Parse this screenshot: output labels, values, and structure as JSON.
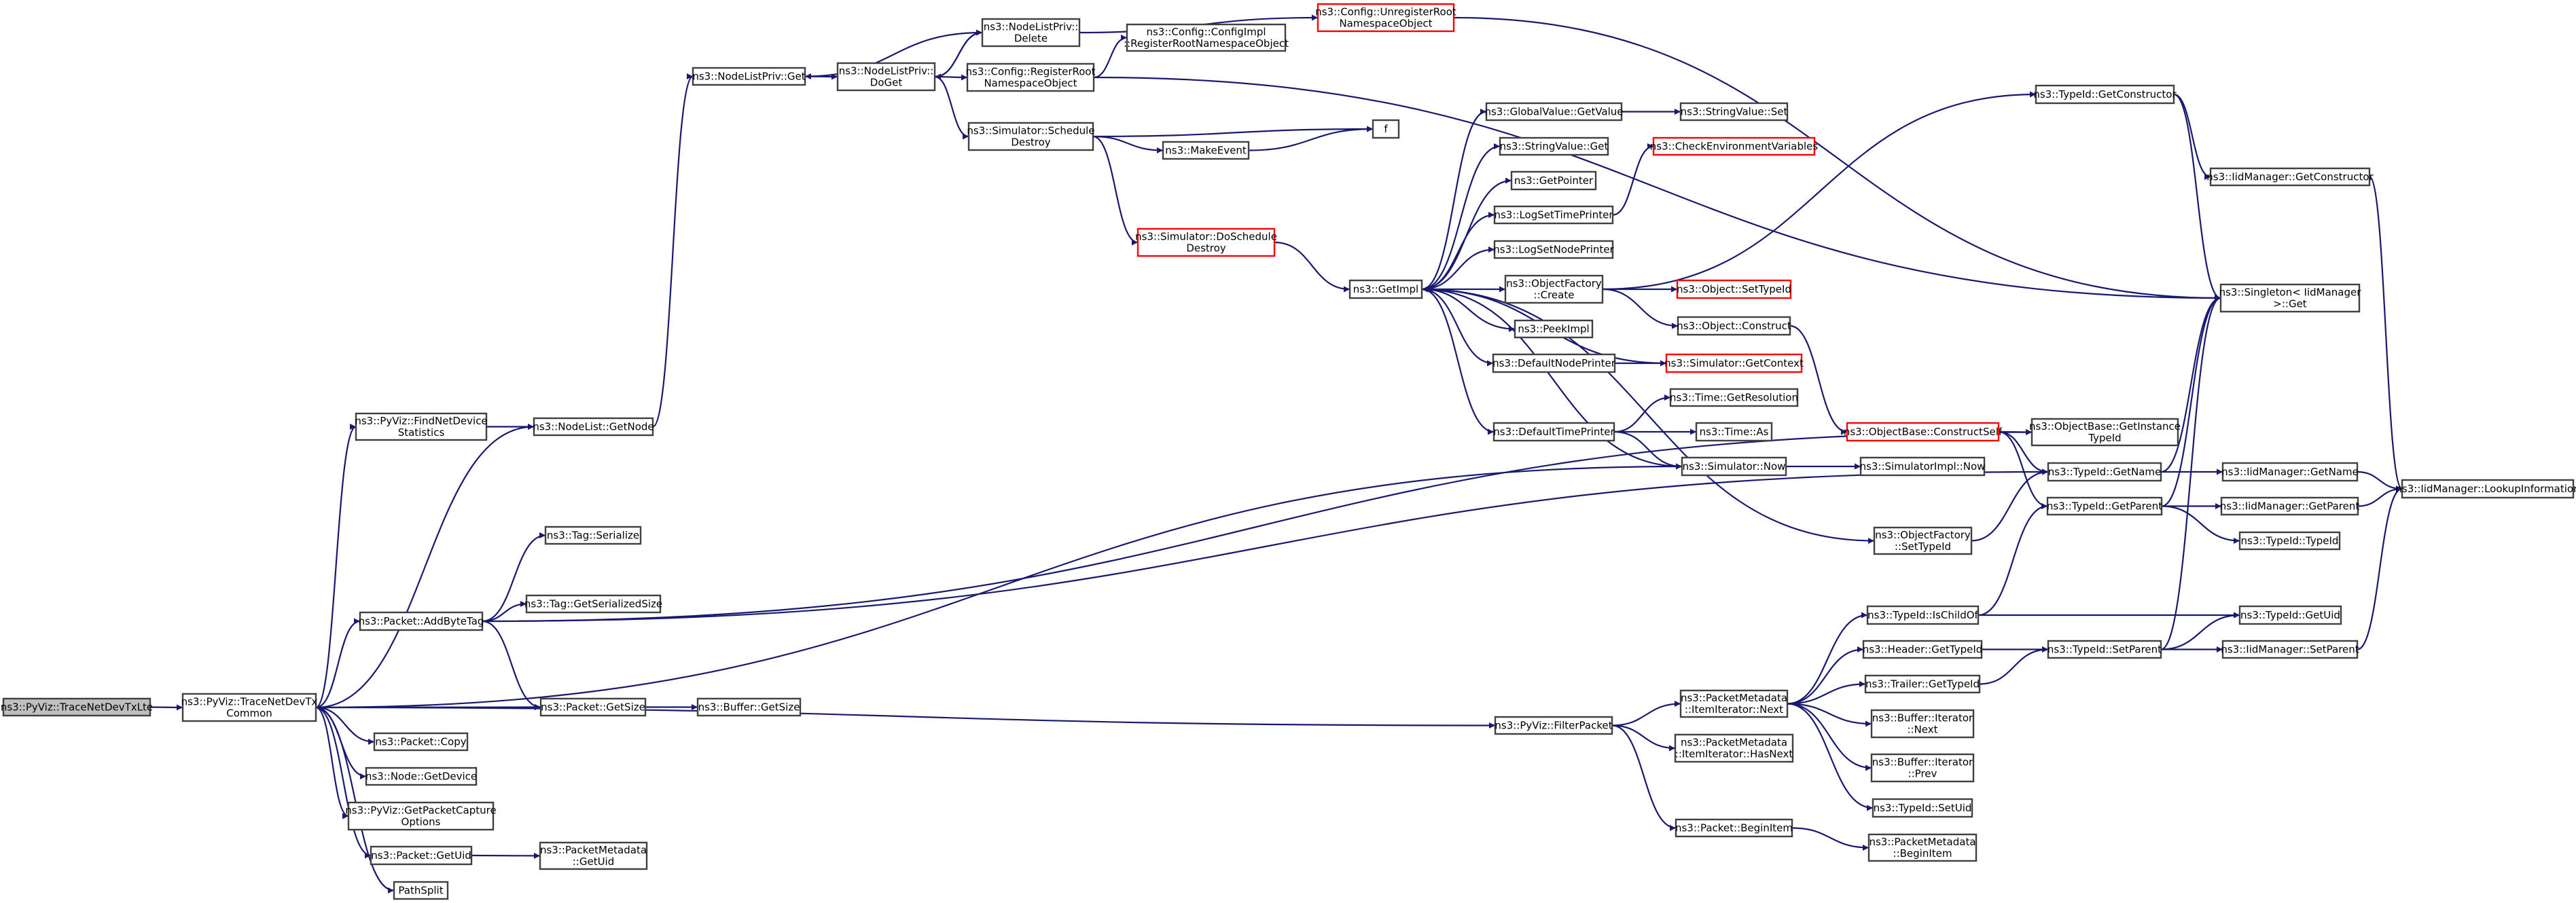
{
  "graph": {
    "kind": "call-graph",
    "colors": {
      "edge": "#191970",
      "root_fill": "#bfbfbf",
      "truncated_border": "#ff0000",
      "border": "#404040"
    },
    "nodes": [
      {
        "id": "txlte",
        "lines": [
          "ns3::PyViz::TraceNetDevTxLte"
        ],
        "style": "root"
      },
      {
        "id": "txcommon",
        "lines": [
          "ns3::PyViz::TraceNetDevTx",
          "Common"
        ],
        "style": "normal"
      },
      {
        "id": "findstats",
        "lines": [
          "ns3::PyViz::FindNetDevice",
          "Statistics"
        ],
        "style": "normal"
      },
      {
        "id": "getnode",
        "lines": [
          "ns3::NodeList::GetNode"
        ],
        "style": "normal"
      },
      {
        "id": "nlpget",
        "lines": [
          "ns3::NodeListPriv::Get"
        ],
        "style": "normal"
      },
      {
        "id": "doget",
        "lines": [
          "ns3::NodeListPriv::",
          "DoGet"
        ],
        "style": "normal"
      },
      {
        "id": "delete",
        "lines": [
          "ns3::NodeListPriv::",
          "Delete"
        ],
        "style": "normal"
      },
      {
        "id": "regroot",
        "lines": [
          "ns3::Config::RegisterRoot",
          "NamespaceObject"
        ],
        "style": "normal"
      },
      {
        "id": "cfgimpl",
        "lines": [
          "ns3::Config::ConfigImpl",
          "::RegisterRootNamespaceObject"
        ],
        "style": "normal"
      },
      {
        "id": "unreg",
        "lines": [
          "ns3::Config::UnregisterRoot",
          "NamespaceObject"
        ],
        "style": "truncated"
      },
      {
        "id": "schedd",
        "lines": [
          "ns3::Simulator::Schedule",
          "Destroy"
        ],
        "style": "normal"
      },
      {
        "id": "makeevent",
        "lines": [
          "ns3::MakeEvent"
        ],
        "style": "normal"
      },
      {
        "id": "f",
        "lines": [
          "f"
        ],
        "style": "normal"
      },
      {
        "id": "doschedd",
        "lines": [
          "ns3::Simulator::DoSchedule",
          "Destroy"
        ],
        "style": "truncated"
      },
      {
        "id": "getimpl",
        "lines": [
          "ns3::GetImpl"
        ],
        "style": "normal"
      },
      {
        "id": "gvget",
        "lines": [
          "ns3::GlobalValue::GetValue"
        ],
        "style": "normal"
      },
      {
        "id": "svset",
        "lines": [
          "ns3::StringValue::Set"
        ],
        "style": "normal"
      },
      {
        "id": "svget",
        "lines": [
          "ns3::StringValue::Get"
        ],
        "style": "normal"
      },
      {
        "id": "getptr",
        "lines": [
          "ns3::GetPointer"
        ],
        "style": "normal"
      },
      {
        "id": "logtime",
        "lines": [
          "ns3::LogSetTimePrinter"
        ],
        "style": "normal"
      },
      {
        "id": "checkenv",
        "lines": [
          "ns3::CheckEnvironmentVariables"
        ],
        "style": "truncated"
      },
      {
        "id": "lognode",
        "lines": [
          "ns3::LogSetNodePrinter"
        ],
        "style": "normal"
      },
      {
        "id": "ofcreate",
        "lines": [
          "ns3::ObjectFactory",
          "::Create"
        ],
        "style": "normal"
      },
      {
        "id": "objsettid",
        "lines": [
          "ns3::Object::SetTypeId"
        ],
        "style": "truncated"
      },
      {
        "id": "objconstruct",
        "lines": [
          "ns3::Object::Construct"
        ],
        "style": "normal"
      },
      {
        "id": "peekimpl",
        "lines": [
          "ns3::PeekImpl"
        ],
        "style": "normal"
      },
      {
        "id": "defnode",
        "lines": [
          "ns3::DefaultNodePrinter"
        ],
        "style": "normal"
      },
      {
        "id": "getctx",
        "lines": [
          "ns3::Simulator::GetContext"
        ],
        "style": "truncated"
      },
      {
        "id": "getres",
        "lines": [
          "ns3::Time::GetResolution"
        ],
        "style": "normal"
      },
      {
        "id": "deftime",
        "lines": [
          "ns3::DefaultTimePrinter"
        ],
        "style": "normal"
      },
      {
        "id": "timeas",
        "lines": [
          "ns3::Time::As"
        ],
        "style": "normal"
      },
      {
        "id": "simnow",
        "lines": [
          "ns3::Simulator::Now"
        ],
        "style": "normal"
      },
      {
        "id": "simimplnow",
        "lines": [
          "ns3::SimulatorImpl::Now"
        ],
        "style": "normal"
      },
      {
        "id": "constructself",
        "lines": [
          "ns3::ObjectBase::ConstructSelf"
        ],
        "style": "truncated"
      },
      {
        "id": "getinsttid",
        "lines": [
          "ns3::ObjectBase::GetInstance",
          "TypeId"
        ],
        "style": "normal"
      },
      {
        "id": "tidgetname",
        "lines": [
          "ns3::TypeId::GetName"
        ],
        "style": "normal"
      },
      {
        "id": "tidgetparent",
        "lines": [
          "ns3::TypeId::GetParent"
        ],
        "style": "normal"
      },
      {
        "id": "ofsettid",
        "lines": [
          "ns3::ObjectFactory",
          "::SetTypeId"
        ],
        "style": "normal"
      },
      {
        "id": "tidgetctor",
        "lines": [
          "ns3::TypeId::GetConstructor"
        ],
        "style": "normal"
      },
      {
        "id": "iidgetctor",
        "lines": [
          "ns3::IidManager::GetConstructor"
        ],
        "style": "normal"
      },
      {
        "id": "singleton",
        "lines": [
          "ns3::Singleton< IidManager",
          ">::Get"
        ],
        "style": "normal"
      },
      {
        "id": "iidgetname",
        "lines": [
          "ns3::IidManager::GetName"
        ],
        "style": "normal"
      },
      {
        "id": "iidgetparent",
        "lines": [
          "ns3::IidManager::GetParent"
        ],
        "style": "normal"
      },
      {
        "id": "lookup",
        "lines": [
          "ns3::IidManager::LookupInformation"
        ],
        "style": "normal"
      },
      {
        "id": "tidtid",
        "lines": [
          "ns3::TypeId::TypeId"
        ],
        "style": "normal"
      },
      {
        "id": "ischildof",
        "lines": [
          "ns3::TypeId::IsChildOf"
        ],
        "style": "normal"
      },
      {
        "id": "tidgetuid",
        "lines": [
          "ns3::TypeId::GetUid"
        ],
        "style": "normal"
      },
      {
        "id": "hdrgettid",
        "lines": [
          "ns3::Header::GetTypeId"
        ],
        "style": "normal"
      },
      {
        "id": "tidsetparent",
        "lines": [
          "ns3::TypeId::SetParent"
        ],
        "style": "normal"
      },
      {
        "id": "iidsetparent",
        "lines": [
          "ns3::IidManager::SetParent"
        ],
        "style": "normal"
      },
      {
        "id": "trlgettid",
        "lines": [
          "ns3::Trailer::GetTypeId"
        ],
        "style": "normal"
      },
      {
        "id": "bufitnext",
        "lines": [
          "ns3::Buffer::Iterator",
          "::Next"
        ],
        "style": "normal"
      },
      {
        "id": "bufitprev",
        "lines": [
          "ns3::Buffer::Iterator",
          "::Prev"
        ],
        "style": "normal"
      },
      {
        "id": "tidsetuid",
        "lines": [
          "ns3::TypeId::SetUid"
        ],
        "style": "normal"
      },
      {
        "id": "pmbeginitem",
        "lines": [
          "ns3::PacketMetadata",
          "::BeginItem"
        ],
        "style": "normal"
      },
      {
        "id": "filterpkt",
        "lines": [
          "ns3::PyViz::FilterPacket"
        ],
        "style": "normal"
      },
      {
        "id": "itnext",
        "lines": [
          "ns3::PacketMetadata",
          "::ItemIterator::Next"
        ],
        "style": "normal"
      },
      {
        "id": "ithasnext",
        "lines": [
          "ns3::PacketMetadata",
          "::ItemIterator::HasNext"
        ],
        "style": "normal"
      },
      {
        "id": "pktbeginitem",
        "lines": [
          "ns3::Packet::BeginItem"
        ],
        "style": "normal"
      },
      {
        "id": "addbytetag",
        "lines": [
          "ns3::Packet::AddByteTag"
        ],
        "style": "normal"
      },
      {
        "id": "tagser",
        "lines": [
          "ns3::Tag::Serialize"
        ],
        "style": "normal"
      },
      {
        "id": "tagsersize",
        "lines": [
          "ns3::Tag::GetSerializedSize"
        ],
        "style": "normal"
      },
      {
        "id": "pktgetsize",
        "lines": [
          "ns3::Packet::GetSize"
        ],
        "style": "normal"
      },
      {
        "id": "bufgetsize",
        "lines": [
          "ns3::Buffer::GetSize"
        ],
        "style": "normal"
      },
      {
        "id": "pktcopy",
        "lines": [
          "ns3::Packet::Copy"
        ],
        "style": "normal"
      },
      {
        "id": "nodegetdev",
        "lines": [
          "ns3::Node::GetDevice"
        ],
        "style": "normal"
      },
      {
        "id": "capopts",
        "lines": [
          "ns3::PyViz::GetPacketCapture",
          "Options"
        ],
        "style": "normal"
      },
      {
        "id": "pktgetuid",
        "lines": [
          "ns3::Packet::GetUid"
        ],
        "style": "normal"
      },
      {
        "id": "pmgetuid",
        "lines": [
          "ns3::PacketMetadata",
          "::GetUid"
        ],
        "style": "normal"
      },
      {
        "id": "pathsplit",
        "lines": [
          "PathSplit"
        ],
        "style": "normal"
      }
    ],
    "edges": [
      [
        "txlte",
        "txcommon"
      ],
      [
        "txcommon",
        "findstats"
      ],
      [
        "txcommon",
        "getnode"
      ],
      [
        "txcommon",
        "simnow"
      ],
      [
        "txcommon",
        "addbytetag"
      ],
      [
        "txcommon",
        "filterpkt"
      ],
      [
        "txcommon",
        "pktgetsize"
      ],
      [
        "txcommon",
        "pktcopy"
      ],
      [
        "txcommon",
        "nodegetdev"
      ],
      [
        "txcommon",
        "capopts"
      ],
      [
        "txcommon",
        "pktgetuid"
      ],
      [
        "txcommon",
        "pathsplit"
      ],
      [
        "findstats",
        "getnode"
      ],
      [
        "getnode",
        "nlpget"
      ],
      [
        "nlpget",
        "doget"
      ],
      [
        "doget",
        "delete"
      ],
      [
        "delete",
        "doget"
      ],
      [
        "delete",
        "nlpget"
      ],
      [
        "delete",
        "unreg"
      ],
      [
        "doget",
        "regroot"
      ],
      [
        "doget",
        "schedd"
      ],
      [
        "regroot",
        "cfgimpl"
      ],
      [
        "regroot",
        "singleton"
      ],
      [
        "unreg",
        "singleton"
      ],
      [
        "schedd",
        "f"
      ],
      [
        "schedd",
        "makeevent"
      ],
      [
        "schedd",
        "doschedd"
      ],
      [
        "makeevent",
        "f"
      ],
      [
        "doschedd",
        "getimpl"
      ],
      [
        "getimpl",
        "gvget"
      ],
      [
        "getimpl",
        "svget"
      ],
      [
        "getimpl",
        "getptr"
      ],
      [
        "getimpl",
        "logtime"
      ],
      [
        "getimpl",
        "lognode"
      ],
      [
        "getimpl",
        "ofcreate"
      ],
      [
        "getimpl",
        "peekimpl"
      ],
      [
        "getimpl",
        "defnode"
      ],
      [
        "getimpl",
        "deftime"
      ],
      [
        "getimpl",
        "ofsettid"
      ],
      [
        "gvget",
        "svset"
      ],
      [
        "logtime",
        "checkenv"
      ],
      [
        "ofcreate",
        "tidgetctor"
      ],
      [
        "ofcreate",
        "objsettid"
      ],
      [
        "ofcreate",
        "objconstruct"
      ],
      [
        "objconstruct",
        "constructself"
      ],
      [
        "defnode",
        "getctx"
      ],
      [
        "getctx",
        "getimpl"
      ],
      [
        "deftime",
        "getres"
      ],
      [
        "deftime",
        "timeas"
      ],
      [
        "deftime",
        "simnow"
      ],
      [
        "simnow",
        "simimplnow"
      ],
      [
        "simnow",
        "getimpl"
      ],
      [
        "constructself",
        "getinsttid"
      ],
      [
        "constructself",
        "tidgetname"
      ],
      [
        "constructself",
        "tidgetparent"
      ],
      [
        "ofsettid",
        "tidgetname"
      ],
      [
        "tidgetctor",
        "iidgetctor"
      ],
      [
        "tidgetctor",
        "singleton"
      ],
      [
        "iidgetctor",
        "lookup"
      ],
      [
        "tidgetname",
        "iidgetname"
      ],
      [
        "tidgetname",
        "singleton"
      ],
      [
        "tidgetparent",
        "iidgetparent"
      ],
      [
        "tidgetparent",
        "tidtid"
      ],
      [
        "tidgetparent",
        "singleton"
      ],
      [
        "iidgetname",
        "lookup"
      ],
      [
        "iidgetparent",
        "lookup"
      ],
      [
        "ischildof",
        "tidgetparent"
      ],
      [
        "ischildof",
        "tidgetuid"
      ],
      [
        "hdrgettid",
        "tidsetparent"
      ],
      [
        "trlgettid",
        "tidsetparent"
      ],
      [
        "tidsetparent",
        "iidsetparent"
      ],
      [
        "tidsetparent",
        "tidgetuid"
      ],
      [
        "tidsetparent",
        "singleton"
      ],
      [
        "iidsetparent",
        "lookup"
      ],
      [
        "filterpkt",
        "itnext"
      ],
      [
        "filterpkt",
        "ithasnext"
      ],
      [
        "filterpkt",
        "pktbeginitem"
      ],
      [
        "pktbeginitem",
        "pmbeginitem"
      ],
      [
        "itnext",
        "ischildof"
      ],
      [
        "itnext",
        "hdrgettid"
      ],
      [
        "itnext",
        "trlgettid"
      ],
      [
        "itnext",
        "bufitnext"
      ],
      [
        "itnext",
        "bufitprev"
      ],
      [
        "itnext",
        "tidsetuid"
      ],
      [
        "addbytetag",
        "tagser"
      ],
      [
        "addbytetag",
        "tagsersize"
      ],
      [
        "addbytetag",
        "pktgetsize"
      ],
      [
        "addbytetag",
        "getinsttid"
      ],
      [
        "addbytetag",
        "tidgetname"
      ],
      [
        "pktgetsize",
        "bufgetsize"
      ],
      [
        "pktgetuid",
        "pmgetuid"
      ]
    ]
  }
}
